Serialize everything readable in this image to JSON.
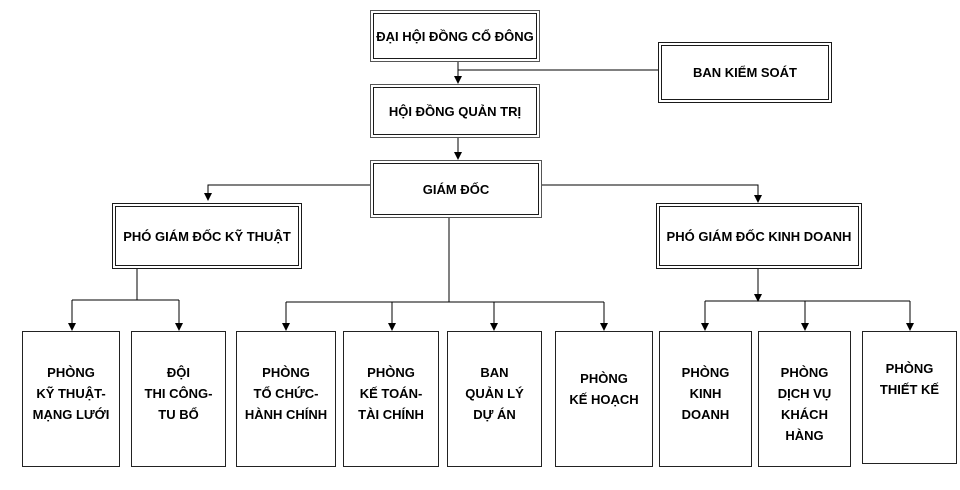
{
  "chart": {
    "general_meeting": "ĐẠI HỘI ĐỒNG CỔ ĐÔNG",
    "supervisory_board": "BAN KIỂM SOÁT",
    "board_of_directors": "HỘI ĐỒNG QUẢN TRỊ",
    "director": "GIÁM ĐỐC",
    "deputy_technical": "PHÓ GIÁM ĐỐC KỸ THUẬT",
    "deputy_business": "PHÓ GIÁM ĐỐC KINH DOANH",
    "departments": [
      "PHÒNG\nKỸ THUẬT-\nMẠNG LƯỚI",
      "ĐỘI\nTHI CÔNG-\nTU BỔ",
      "PHÒNG\nTỔ CHỨC-\nHÀNH CHÍNH",
      "PHÒNG\nKẾ TOÁN-\nTÀI CHÍNH",
      "BAN\nQUẢN LÝ\nDỰ ÁN",
      "PHÒNG\nKẾ HOẠCH",
      "PHÒNG\nKINH\nDOANH",
      "PHÒNG\nDỊCH VỤ\nKHÁCH\nHÀNG",
      "PHÒNG\nTHIẾT KẾ"
    ]
  }
}
